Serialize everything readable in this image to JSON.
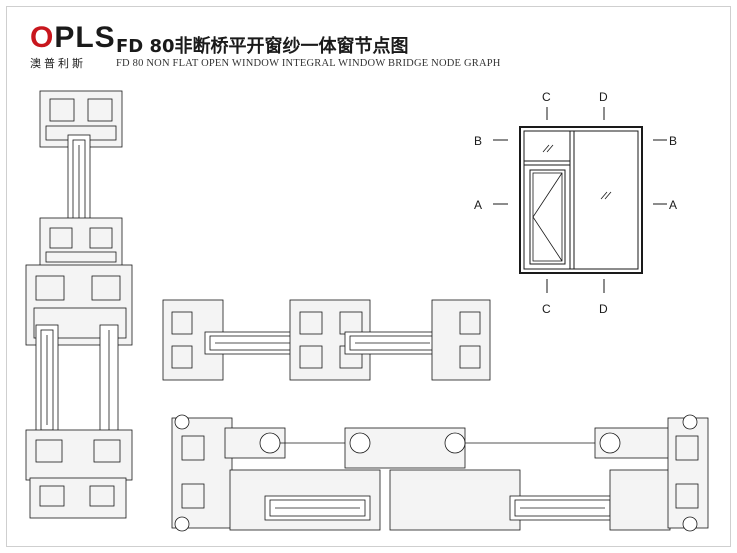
{
  "logo": {
    "mark_first": "O",
    "mark_rest": "PLS",
    "cn": "澳普利斯"
  },
  "title": {
    "cn": "FD 80非断桥平开窗纱一体窗节点图",
    "en": "FD 80 NON FLAT OPEN WINDOW INTEGRAL WINDOW BRIDGE NODE GRAPH"
  },
  "elevation_labels": {
    "C_top": "C",
    "D_top": "D",
    "B_left": "B",
    "B_right": "B",
    "A_left": "A",
    "A_right": "A",
    "C_bottom": "C",
    "D_bottom": "D"
  },
  "colors": {
    "accent": "#c8161d",
    "line": "#1a1a1a",
    "fill": "#f2f2f2"
  }
}
